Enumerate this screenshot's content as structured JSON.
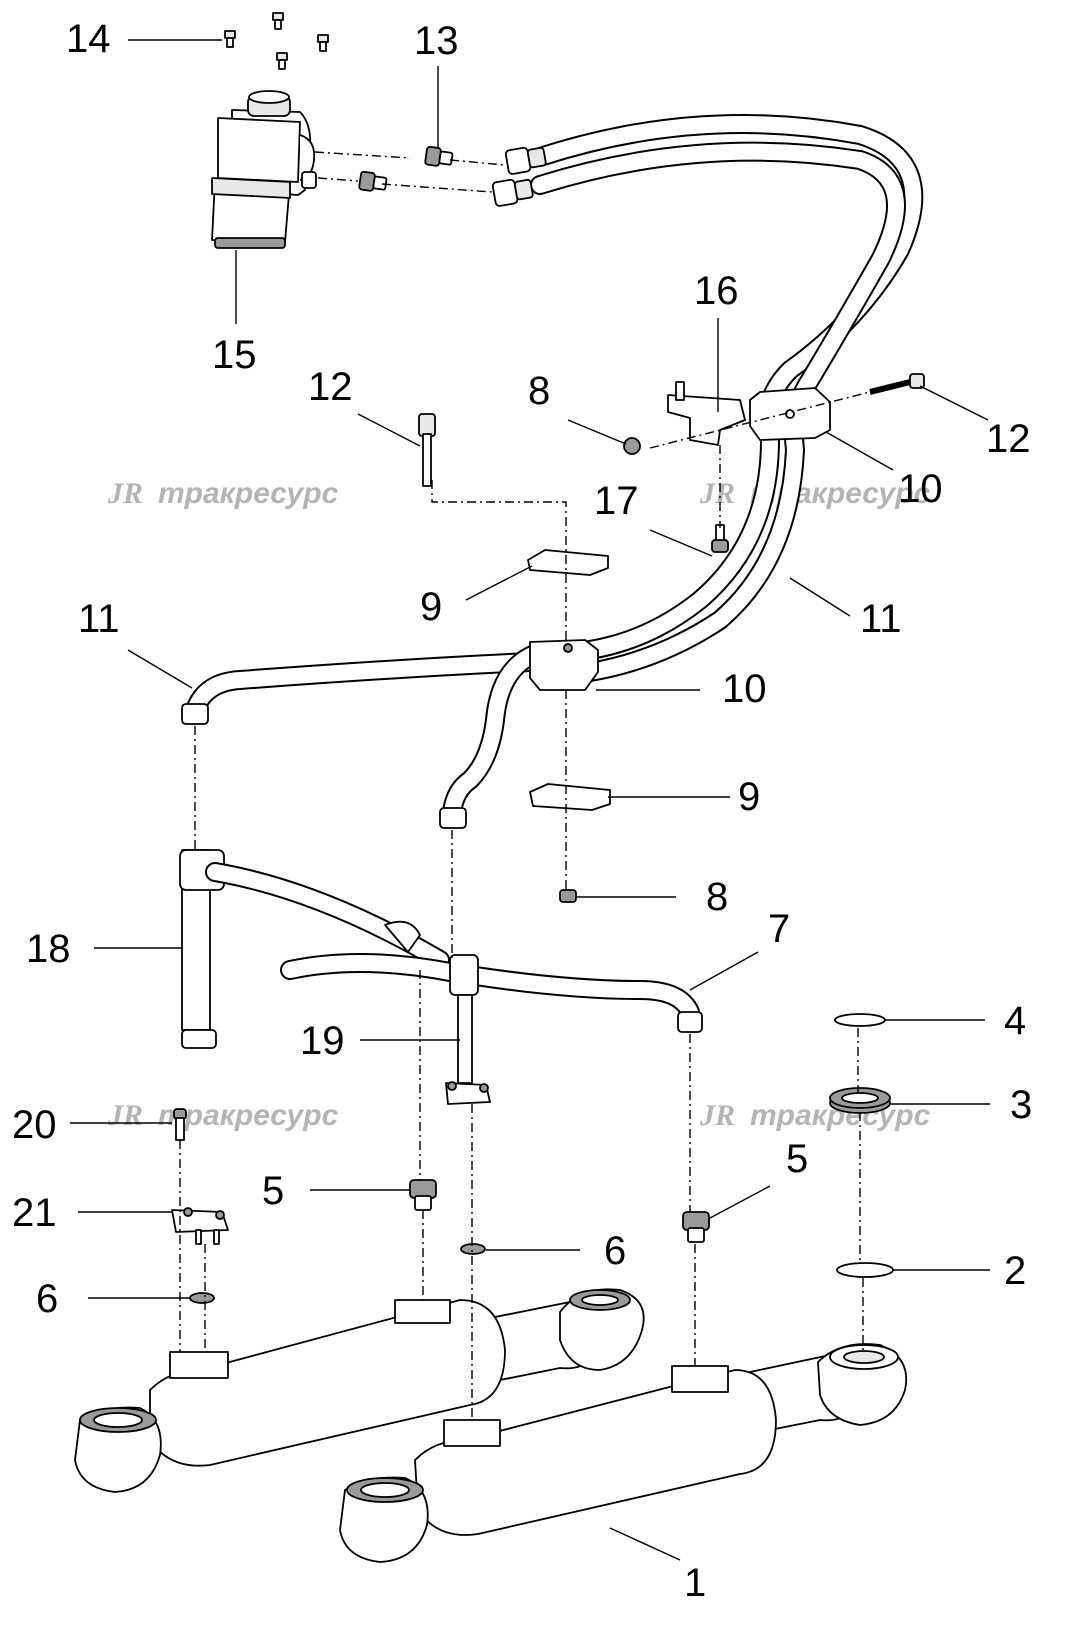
{
  "watermark": {
    "logo": "JR",
    "text": "тракресурс"
  },
  "callouts": [
    {
      "id": "c14",
      "label": "14"
    },
    {
      "id": "c13",
      "label": "13"
    },
    {
      "id": "c15",
      "label": "15"
    },
    {
      "id": "c16",
      "label": "16"
    },
    {
      "id": "c12a",
      "label": "12"
    },
    {
      "id": "c8a",
      "label": "8"
    },
    {
      "id": "c12b",
      "label": "12"
    },
    {
      "id": "c10a",
      "label": "10"
    },
    {
      "id": "c17",
      "label": "17"
    },
    {
      "id": "c9a",
      "label": "9"
    },
    {
      "id": "c11a",
      "label": "11"
    },
    {
      "id": "c11b",
      "label": "11"
    },
    {
      "id": "c10b",
      "label": "10"
    },
    {
      "id": "c9b",
      "label": "9"
    },
    {
      "id": "c8b",
      "label": "8"
    },
    {
      "id": "c7",
      "label": "7"
    },
    {
      "id": "c18",
      "label": "18"
    },
    {
      "id": "c4",
      "label": "4"
    },
    {
      "id": "c19",
      "label": "19"
    },
    {
      "id": "c3",
      "label": "3"
    },
    {
      "id": "c20",
      "label": "20"
    },
    {
      "id": "c5a",
      "label": "5"
    },
    {
      "id": "c5b",
      "label": "5"
    },
    {
      "id": "c21",
      "label": "21"
    },
    {
      "id": "c6a",
      "label": "6"
    },
    {
      "id": "c2",
      "label": "2"
    },
    {
      "id": "c6b",
      "label": "6"
    },
    {
      "id": "c1",
      "label": "1"
    }
  ]
}
